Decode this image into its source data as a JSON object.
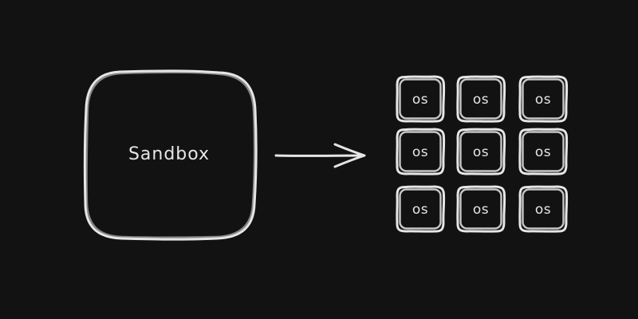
{
  "diagram": {
    "source_label": "Sandbox",
    "targets": [
      {
        "label": "os"
      },
      {
        "label": "os"
      },
      {
        "label": "os"
      },
      {
        "label": "os"
      },
      {
        "label": "os"
      },
      {
        "label": "os"
      },
      {
        "label": "os"
      },
      {
        "label": "os"
      },
      {
        "label": "os"
      }
    ]
  }
}
